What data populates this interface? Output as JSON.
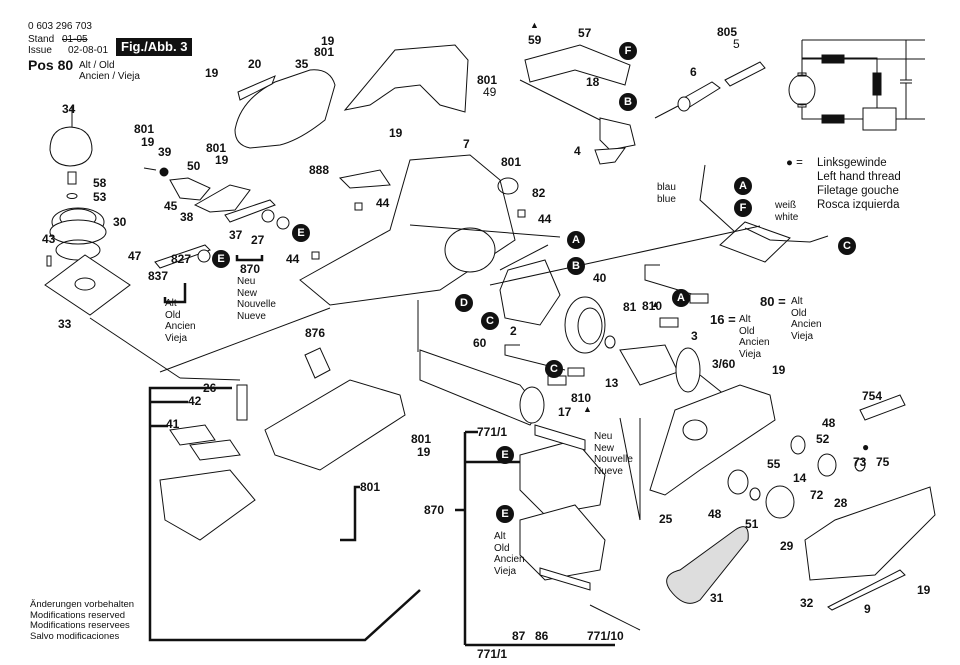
{
  "header": {
    "part_number": "0 603 296 703",
    "stand_label": "Stand",
    "stand_value": "01-05",
    "issue_label": "Issue",
    "issue_value": "02-08-01",
    "figure": "Fig./Abb. 3",
    "pos": "Pos 80",
    "pos_note_1": "Alt / Old",
    "pos_note_2": "Ancien / Vieja"
  },
  "legend": {
    "symbol": "● =",
    "lines": [
      "Linksgewinde",
      "Left hand thread",
      "Filetage gouche",
      "Rosca izquierda"
    ]
  },
  "footer": {
    "lines": [
      "Änderungen vorbehalten",
      "Modifications reserved",
      "Modifications reservees",
      "Salvo modificaciones"
    ]
  },
  "notes": {
    "old": [
      "Alt",
      "Old",
      "Ancien",
      "Vieja"
    ],
    "new": [
      "Neu",
      "New",
      "Nouvelle",
      "Nueve"
    ],
    "blau": [
      "blau",
      "blue"
    ],
    "weiss": [
      "weiß",
      "white"
    ],
    "eq_16": "16 =",
    "eq_80": "80 ="
  },
  "markers": {
    "A": "A",
    "B": "B",
    "C": "C",
    "D": "D",
    "E": "E",
    "F": "F",
    "triangle": "▲",
    "dot": "●"
  },
  "parts": {
    "p2": "2",
    "p3": "3",
    "p3_60": "3/60",
    "p4": "4",
    "p5": "5",
    "p6": "6",
    "p7": "7",
    "p9": "9",
    "p13": "13",
    "p14": "14",
    "p17": "17",
    "p18": "18",
    "p19": "19",
    "p20": "20",
    "p25": "25",
    "p26": "26",
    "p27": "27",
    "p28": "28",
    "p29": "29",
    "p30": "30",
    "p31": "31",
    "p32": "32",
    "p33": "33",
    "p34": "34",
    "p35": "35",
    "p37": "37",
    "p38": "38",
    "p39": "39",
    "p40": "40",
    "p41": "41",
    "p42": "42",
    "p43": "43",
    "p44": "44",
    "p45": "45",
    "p47": "47",
    "p48": "48",
    "p49": "49",
    "p50": "50",
    "p51": "51",
    "p52": "52",
    "p53": "53",
    "p55": "55",
    "p57": "57",
    "p58": "58",
    "p59": "59",
    "p60": "60",
    "p72": "72",
    "p73": "73",
    "p75": "75",
    "p81": "81",
    "p82": "82",
    "p86": "86",
    "p87": "87",
    "p754": "754",
    "p771_1": "771/1",
    "p771_10": "771/10",
    "p801": "801",
    "p805": "805",
    "p810": "810",
    "p827": "827",
    "p837": "837",
    "p870": "870",
    "p876": "876",
    "p888": "888"
  }
}
